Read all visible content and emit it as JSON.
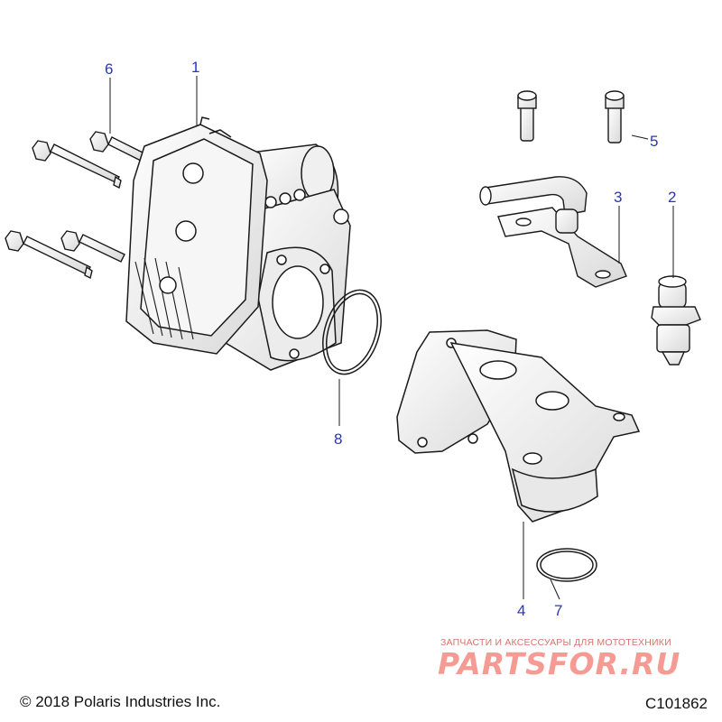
{
  "callouts": {
    "c1": "1",
    "c2": "2",
    "c3": "3",
    "c4": "4",
    "c5": "5",
    "c6": "6",
    "c7": "7",
    "c8": "8"
  },
  "footer": {
    "copyright": "© 2018 Polaris Industries Inc.",
    "diagram_code": "C101862"
  },
  "watermark": {
    "tagline": "ЗАПЧАСТИ И АКСЕССУАРЫ ДЛЯ МОТОТЕХНИКИ",
    "logo": "PARTSFOR.RU"
  },
  "colors": {
    "callout_text": "#2a33c8",
    "outline": "#1a1a1a",
    "watermark": "#ee4a3c"
  }
}
